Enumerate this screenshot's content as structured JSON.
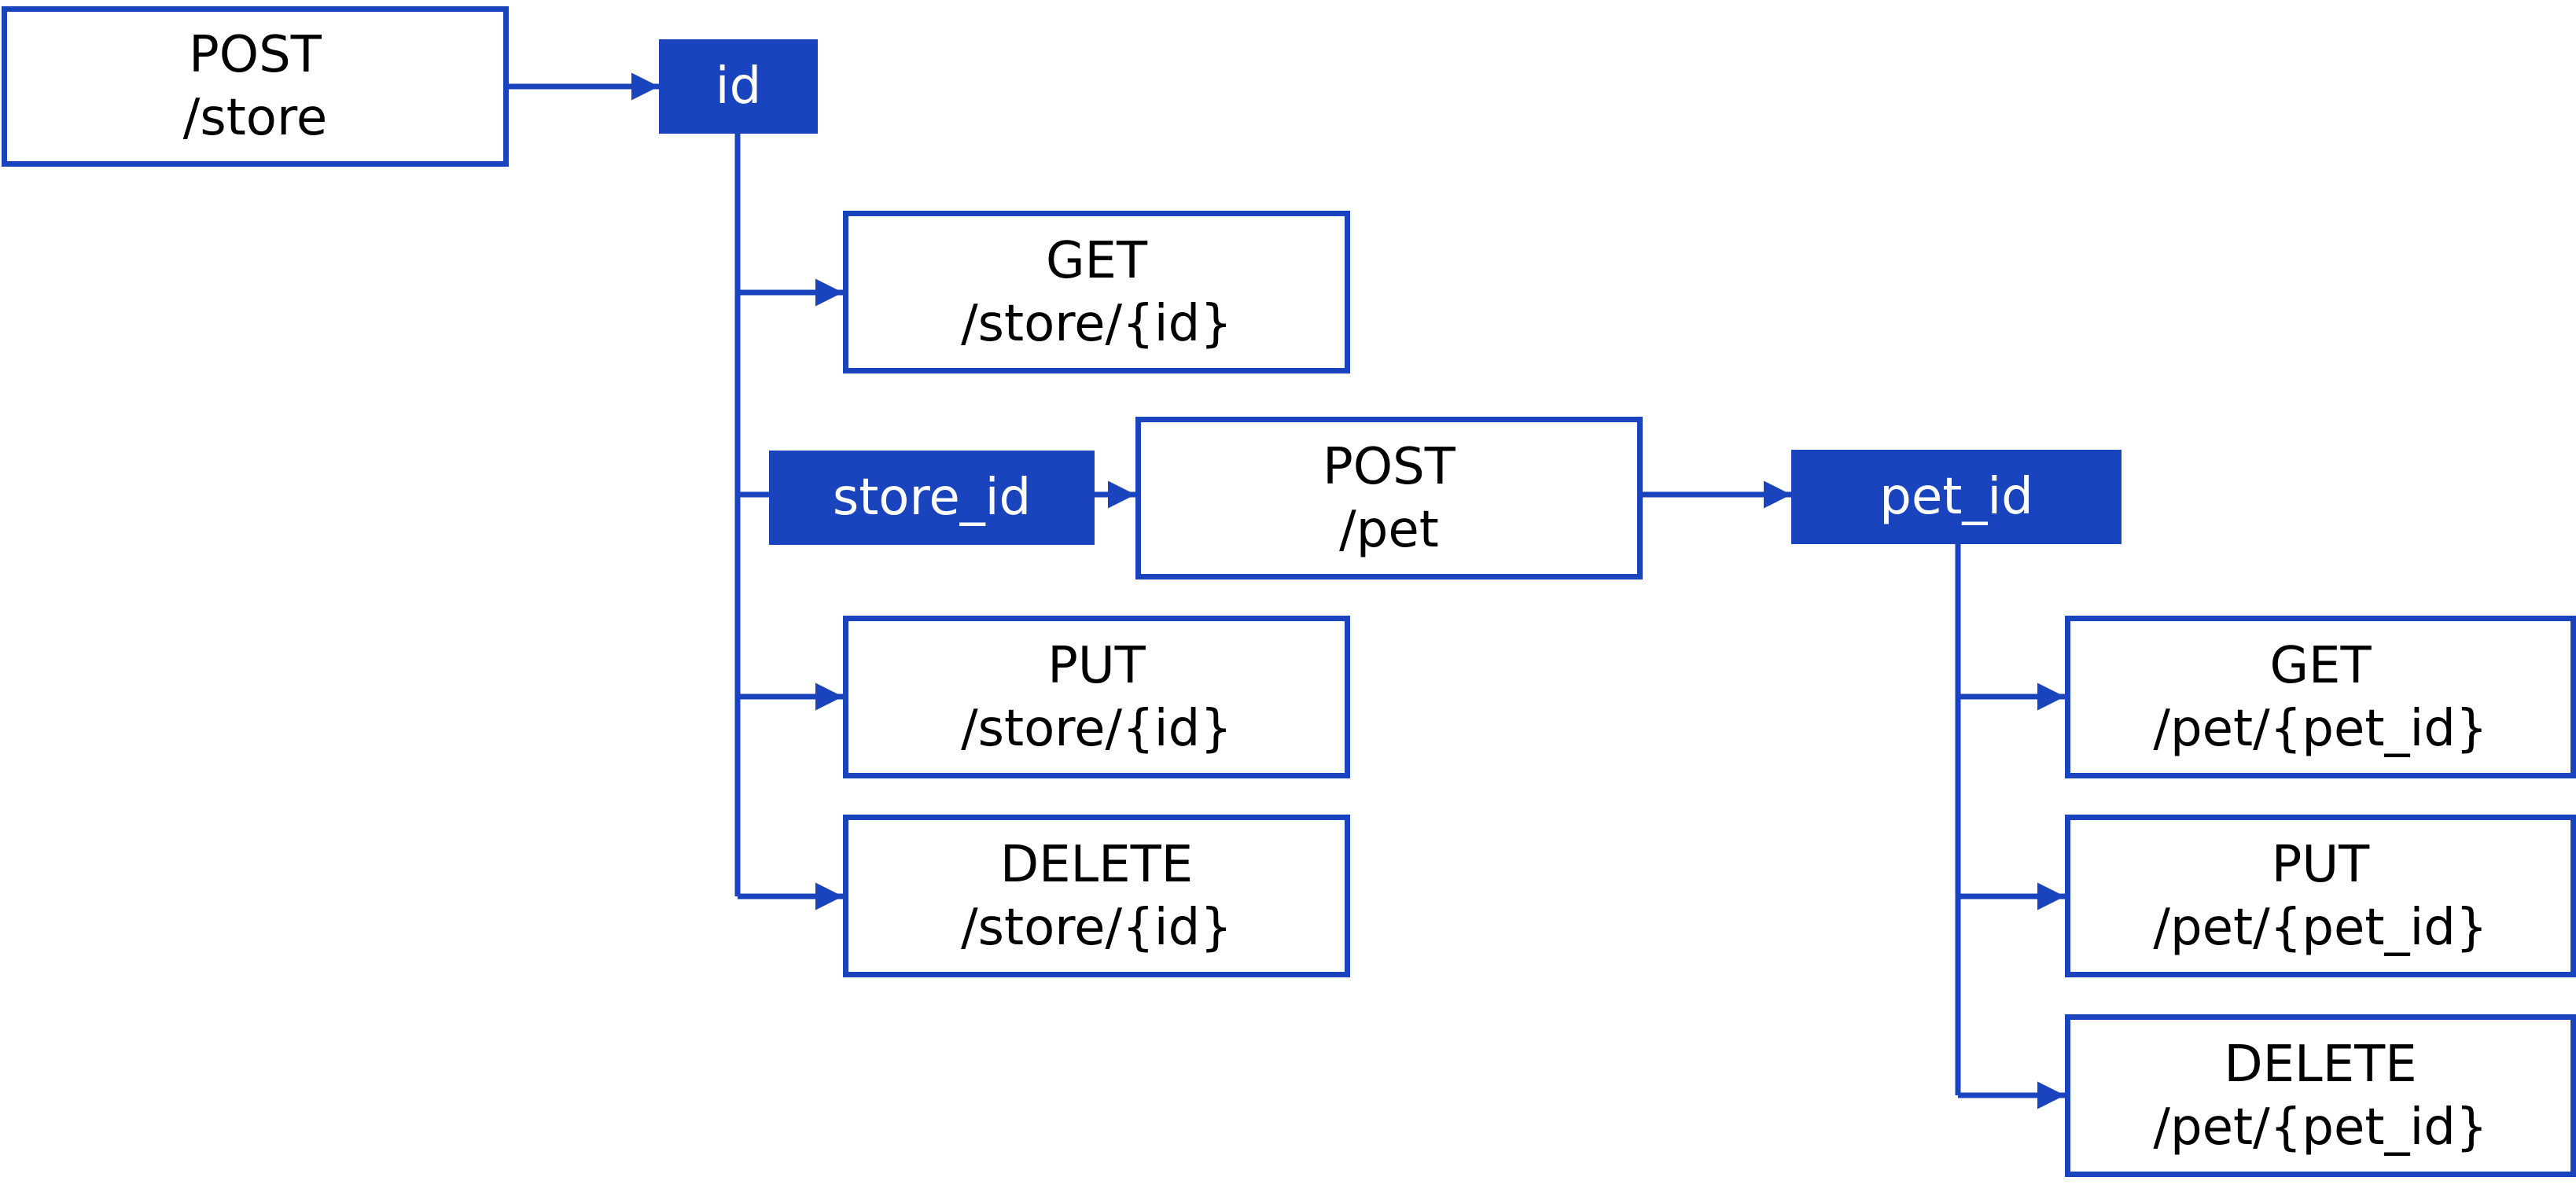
{
  "colors": {
    "accent": "#1a44bd",
    "box_fill": "#ffffff",
    "text": "#000000",
    "param_text": "#ffffff"
  },
  "nodes": {
    "post_store": {
      "method": "POST",
      "path": "/store"
    },
    "id_param": {
      "label": "id"
    },
    "get_store_id": {
      "method": "GET",
      "path": "/store/{id}"
    },
    "store_id_param": {
      "label": "store_id"
    },
    "post_pet": {
      "method": "POST",
      "path": "/pet"
    },
    "pet_id_param": {
      "label": "pet_id"
    },
    "put_store_id": {
      "method": "PUT",
      "path": "/store/{id}"
    },
    "delete_store_id": {
      "method": "DELETE",
      "path": "/store/{id}"
    },
    "get_pet_id": {
      "method": "GET",
      "path": "/pet/{pet_id}"
    },
    "put_pet_id": {
      "method": "PUT",
      "path": "/pet/{pet_id}"
    },
    "delete_pet_id": {
      "method": "DELETE",
      "path": "/pet/{pet_id}"
    }
  }
}
